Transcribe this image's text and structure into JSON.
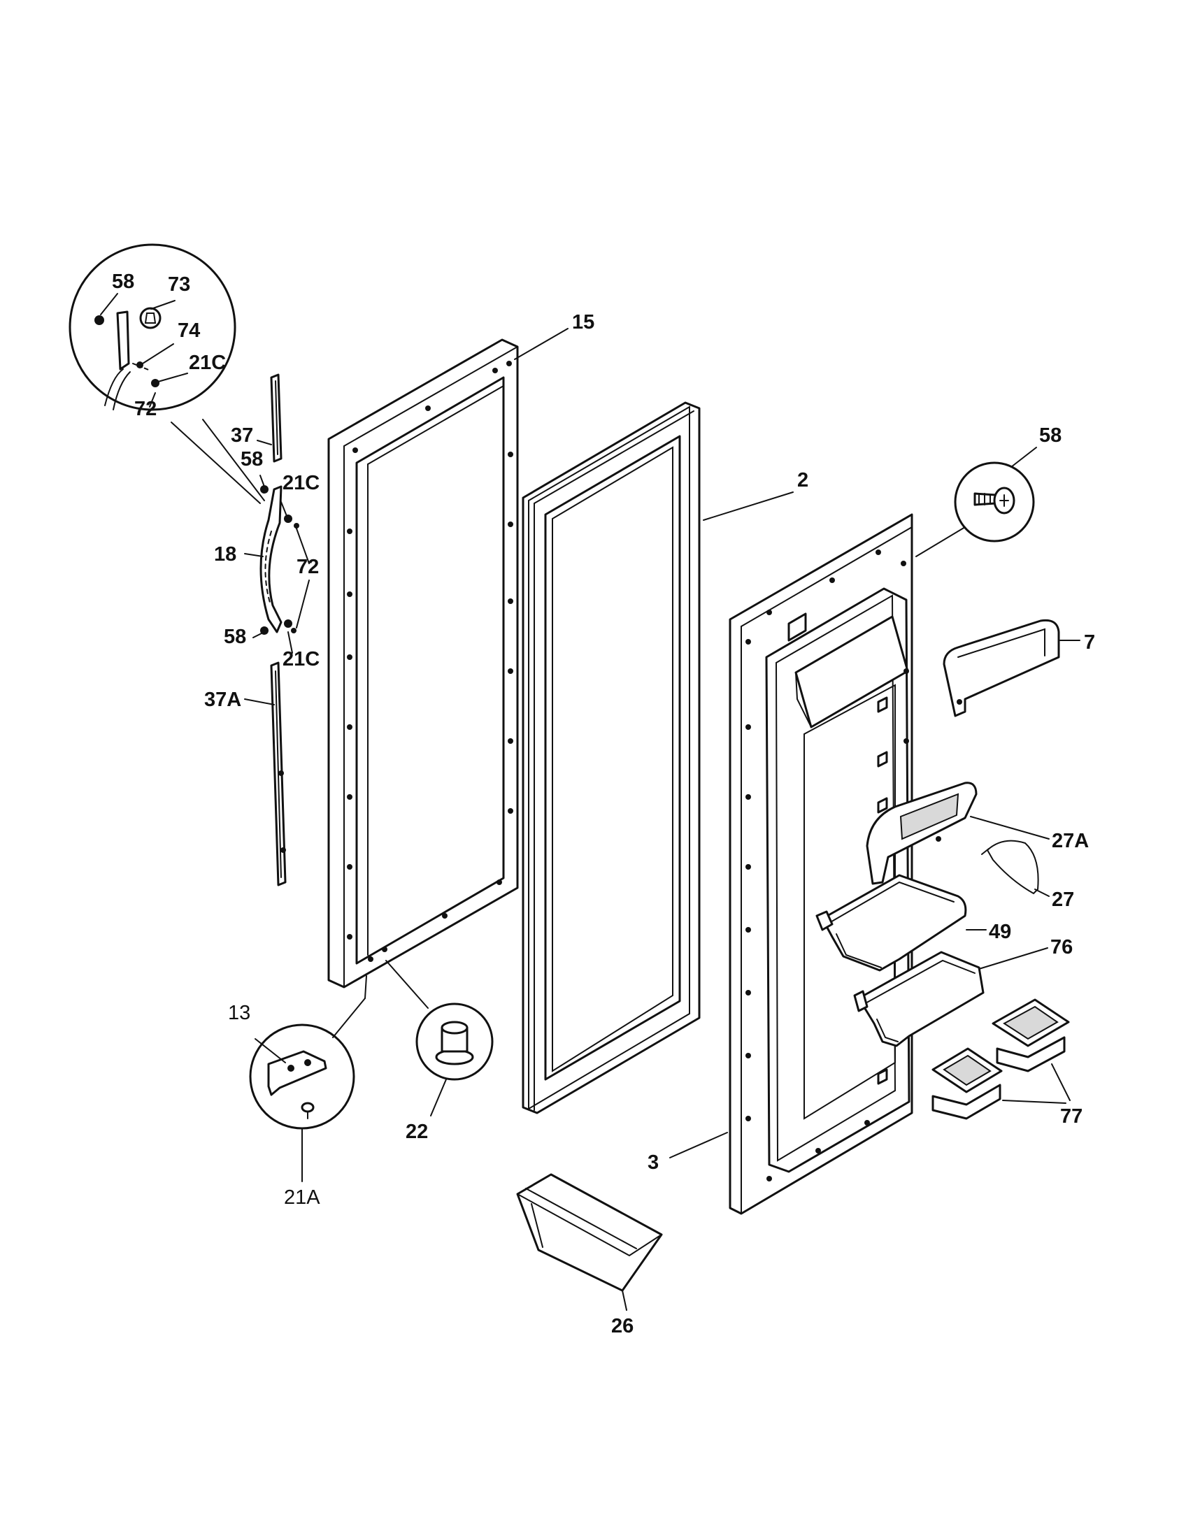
{
  "callouts": {
    "c58_inset": "58",
    "c73": "73",
    "c74": "74",
    "c21c_inset": "21C",
    "c72_inset": "72",
    "c15": "15",
    "c37": "37",
    "c58_upper": "58",
    "c21c_upper": "21C",
    "c18": "18",
    "c72": "72",
    "c58_lower": "58",
    "c21c_lower": "21C",
    "c37a": "37A",
    "c2": "2",
    "c58_right": "58",
    "c7": "7",
    "c27a": "27A",
    "c27": "27",
    "c49": "49",
    "c76": "76",
    "c77": "77",
    "c13": "13",
    "c21a": "21A",
    "c22": "22",
    "c3": "3",
    "c26": "26"
  }
}
